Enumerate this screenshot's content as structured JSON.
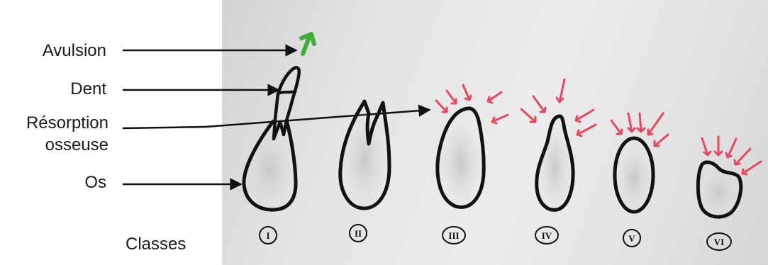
{
  "labels": {
    "avulsion": "Avulsion",
    "dent": "Dent",
    "resorption_line1": "Résorption",
    "resorption_line2": "osseuse",
    "os": "Os",
    "classes": "Classes"
  },
  "class_numerals": [
    "I",
    "II",
    "III",
    "IV",
    "V",
    "VI"
  ],
  "colors": {
    "background": "#ffffff",
    "paper": "#e6e6e6",
    "ink": "#111111",
    "avulsion_arrow": "#3fae36",
    "resorption_arrows": "#e8485d"
  }
}
